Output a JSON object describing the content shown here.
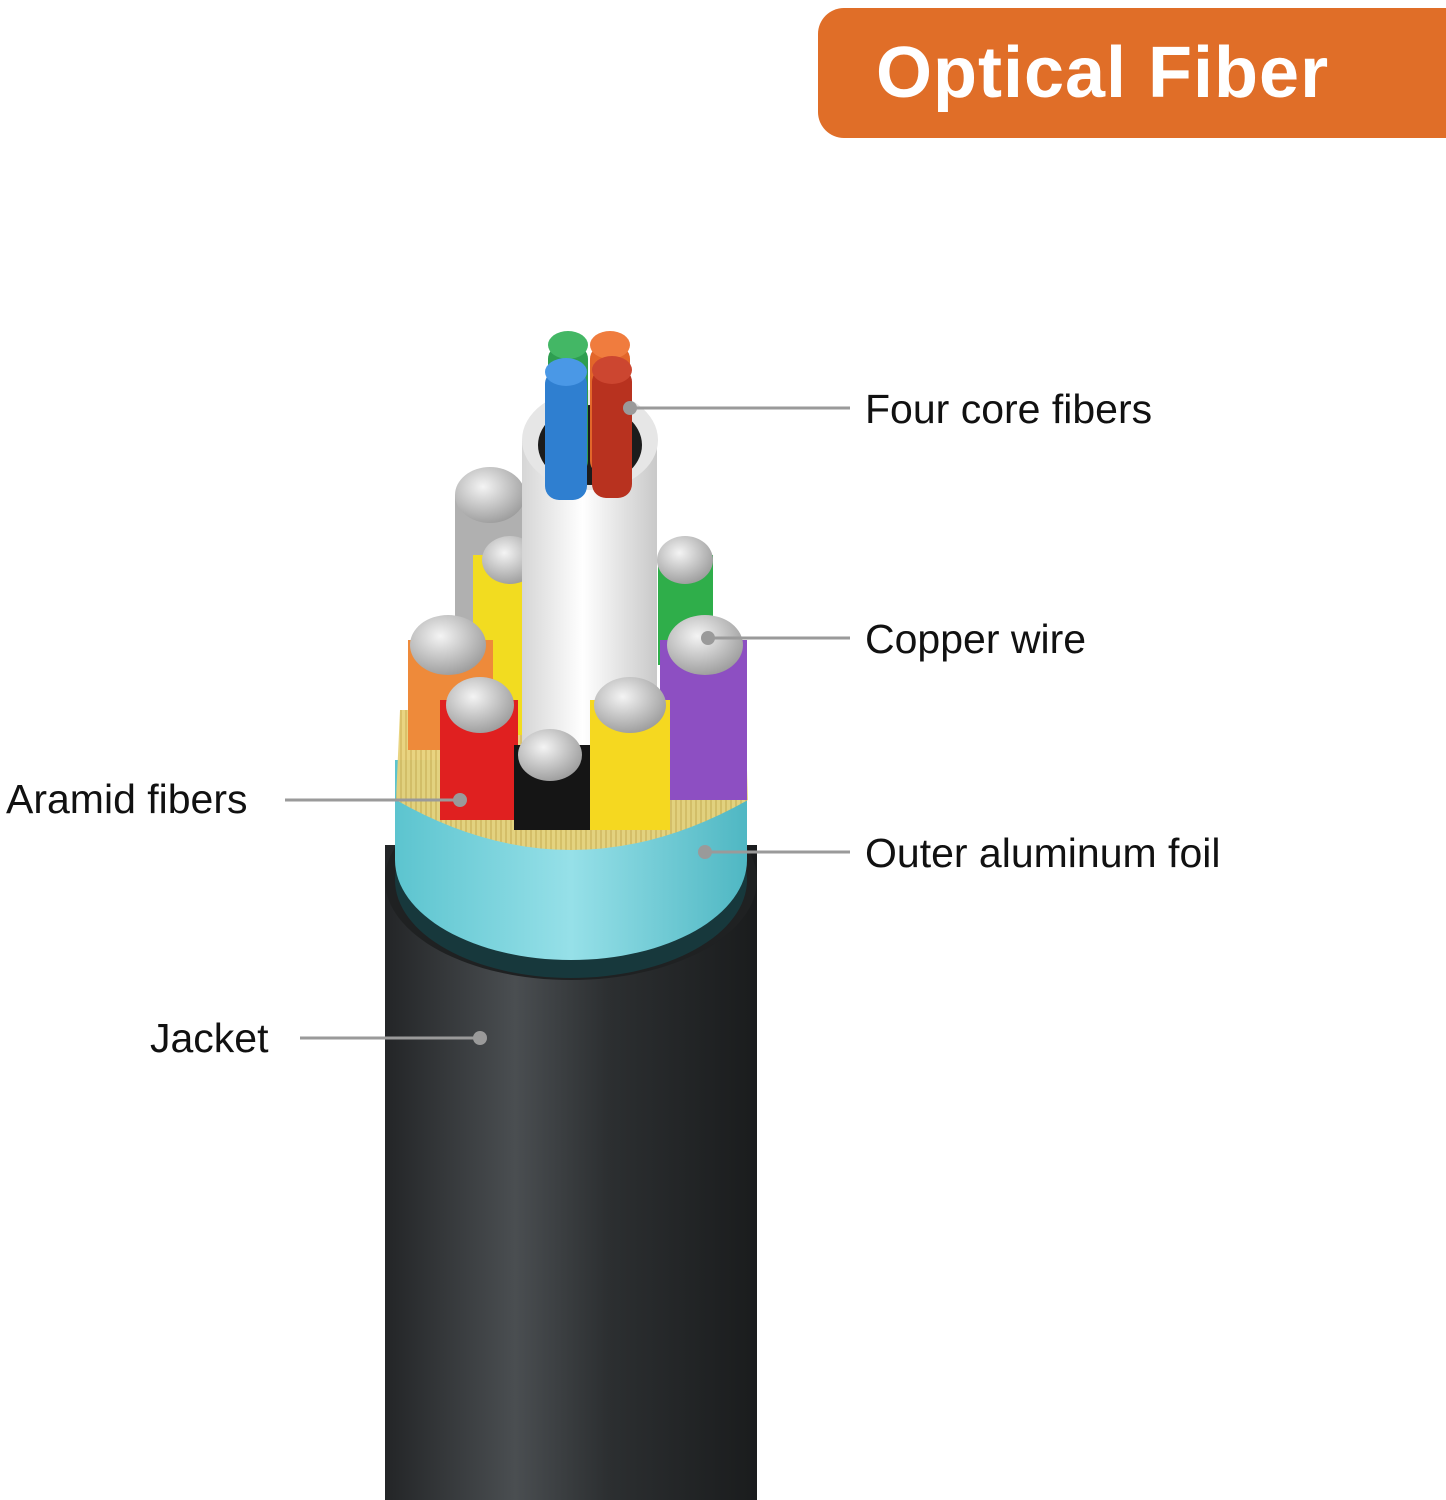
{
  "title": "Optical Fiber",
  "labels": {
    "four_core_fibers": "Four core fibers",
    "copper_wire": "Copper wire",
    "aramid_fibers": "Aramid fibers",
    "outer_aluminum_foil": "Outer aluminum foil",
    "jacket": "Jacket"
  },
  "colors": {
    "banner": "#e06e28",
    "jacket": "#2b2e30",
    "foil": "#7fd3dc",
    "aramid": "#e8d27a",
    "tube": "#f2f2f2",
    "fiber_green": "#2e9e50",
    "fiber_orange": "#e2662a",
    "fiber_blue": "#2f7fd0",
    "fiber_red": "#b8321f",
    "wire_gray": "#b0b0b0",
    "wire_yellow": "#f2dc20",
    "wire_green": "#2fae4a",
    "wire_purple": "#8d4fc2",
    "wire_orange": "#ee8a3a",
    "wire_red": "#e02020",
    "wire_black": "#151515",
    "wire_yellow2": "#f5d820",
    "leader": "#9a9a9a"
  }
}
